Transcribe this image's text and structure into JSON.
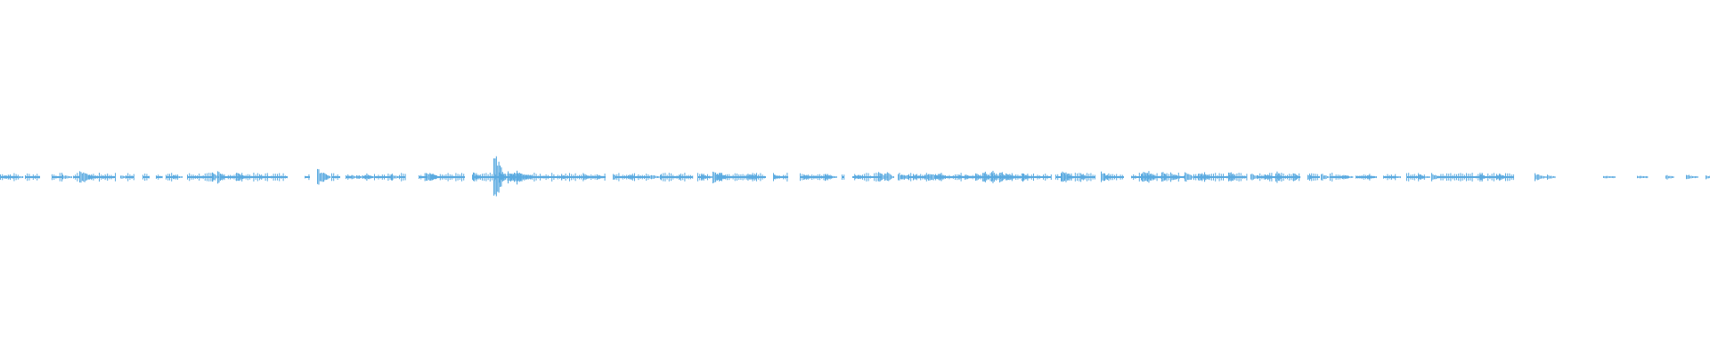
{
  "waveform": {
    "color": "#5aaae0",
    "background": "#ffffff",
    "segments": [
      [
        0.0,
        0.02
      ],
      [
        0.028,
        0.045
      ],
      [
        0.058,
        0.07
      ],
      [
        0.082,
        0.09
      ],
      [
        0.1,
        0.12
      ],
      [
        0.118,
        0.13
      ],
      [
        0.141,
        0.15
      ],
      [
        0.16,
        0.168
      ],
      [
        0.175,
        0.182
      ],
      [
        0.186,
        0.19
      ],
      [
        0.19,
        0.2
      ],
      [
        0.21,
        0.24
      ],
      [
        0.247,
        0.3
      ],
      [
        0.3,
        0.323
      ],
      [
        0.342,
        0.348
      ],
      [
        0.372,
        0.382
      ],
      [
        0.388,
        0.395
      ],
      [
        0.407,
        0.418
      ],
      [
        0.42,
        0.44
      ],
      [
        0.448,
        0.455
      ],
      [
        0.47,
        0.48
      ],
      [
        0.485,
        0.522
      ],
      [
        0.53,
        0.585
      ],
      [
        0.595,
        0.68
      ],
      [
        0.69,
        0.73
      ],
      [
        0.742,
        0.778
      ],
      [
        0.783,
        0.797
      ],
      [
        0.805,
        0.86
      ],
      [
        0.868,
        0.885
      ],
      [
        0.898,
        0.935
      ],
      [
        0.945,
        0.948
      ],
      [
        0.957,
        0.99
      ],
      [
        1.0,
        0.01
      ],
      [
        1.02,
        1.04
      ],
      [
        1.05,
        1.18
      ],
      [
        1.185,
        1.192
      ],
      [
        1.198,
        1.23
      ],
      [
        1.24,
        1.262
      ],
      [
        1.27,
        1.33
      ],
      [
        1.34,
        1.4
      ],
      [
        1.412,
        1.46
      ],
      [
        1.47,
        1.482
      ],
      [
        1.493,
        1.515
      ],
      [
        1.522,
        1.544
      ],
      [
        1.553,
        1.568
      ],
      [
        1.579,
        1.6
      ],
      [
        1.613,
        1.7
      ]
    ],
    "spikes": [
      [
        0.004,
        0.012
      ],
      [
        0.011,
        0.01
      ],
      [
        0.07,
        0.012
      ],
      [
        0.089,
        0.036
      ],
      [
        0.096,
        0.02
      ],
      [
        0.115,
        0.008
      ],
      [
        0.135,
        0.01
      ],
      [
        0.194,
        0.01
      ],
      [
        0.238,
        0.026
      ],
      [
        0.244,
        0.03
      ],
      [
        0.265,
        0.022
      ],
      [
        0.292,
        0.01
      ],
      [
        0.356,
        0.04
      ],
      [
        0.363,
        0.024
      ],
      [
        0.39,
        0.012
      ],
      [
        0.4,
        0.014
      ],
      [
        0.41,
        0.016
      ],
      [
        0.439,
        0.016
      ],
      [
        0.478,
        0.03
      ],
      [
        0.483,
        0.024
      ],
      [
        0.531,
        0.022
      ],
      [
        0.554,
        0.14
      ],
      [
        0.56,
        0.024
      ],
      [
        0.57,
        0.03
      ],
      [
        0.573,
        0.026
      ],
      [
        0.577,
        0.03
      ],
      [
        0.58,
        0.032
      ],
      [
        0.584,
        0.024
      ],
      [
        0.59,
        0.02
      ],
      [
        0.63,
        0.012
      ],
      [
        0.655,
        0.014
      ],
      [
        0.67,
        0.016
      ],
      [
        0.688,
        0.014
      ],
      [
        0.705,
        0.016
      ],
      [
        0.731,
        0.012
      ],
      [
        0.741,
        0.01
      ],
      [
        0.762,
        0.012
      ],
      [
        0.787,
        0.016
      ],
      [
        0.8,
        0.034
      ],
      [
        0.803,
        0.028
      ],
      [
        0.807,
        0.024
      ],
      [
        0.838,
        0.02
      ],
      [
        0.845,
        0.016
      ],
      [
        0.869,
        0.012
      ],
      [
        0.902,
        0.014
      ],
      [
        0.926,
        0.018
      ],
      [
        0.96,
        0.014
      ],
      [
        0.986,
        0.028
      ],
      [
        0.993,
        0.03
      ],
      [
        1.008,
        0.022
      ],
      [
        1.012,
        0.018
      ],
      [
        1.025,
        0.016
      ],
      [
        1.038,
        0.016
      ],
      [
        1.042,
        0.022
      ],
      [
        1.05,
        0.018
      ],
      [
        1.055,
        0.024
      ],
      [
        1.076,
        0.012
      ],
      [
        1.083,
        0.014
      ],
      [
        1.095,
        0.02
      ],
      [
        1.103,
        0.034
      ],
      [
        1.113,
        0.036
      ],
      [
        1.122,
        0.034
      ],
      [
        1.129,
        0.026
      ],
      [
        1.148,
        0.022
      ],
      [
        1.191,
        0.036
      ],
      [
        1.195,
        0.03
      ],
      [
        1.213,
        0.024
      ],
      [
        1.236,
        0.028
      ],
      [
        1.282,
        0.026
      ],
      [
        1.288,
        0.03
      ],
      [
        1.304,
        0.028
      ],
      [
        1.314,
        0.022
      ],
      [
        1.33,
        0.026
      ],
      [
        1.345,
        0.03
      ],
      [
        1.352,
        0.024
      ],
      [
        1.379,
        0.032
      ],
      [
        1.404,
        0.02
      ],
      [
        1.42,
        0.016
      ],
      [
        1.432,
        0.03
      ],
      [
        1.452,
        0.022
      ],
      [
        1.468,
        0.018
      ],
      [
        1.483,
        0.018
      ],
      [
        1.507,
        0.012
      ],
      [
        1.535,
        0.012
      ],
      [
        1.562,
        0.01
      ],
      [
        1.592,
        0.014
      ],
      [
        1.607,
        0.02
      ],
      [
        1.661,
        0.024
      ],
      [
        1.68,
        0.02
      ],
      [
        1.723,
        0.02
      ],
      [
        1.737,
        0.014
      ],
      [
        1.8,
        0.008
      ],
      [
        1.838,
        0.008
      ],
      [
        1.87,
        0.014
      ],
      [
        1.893,
        0.012
      ],
      [
        1.915,
        0.01
      ]
    ]
  }
}
